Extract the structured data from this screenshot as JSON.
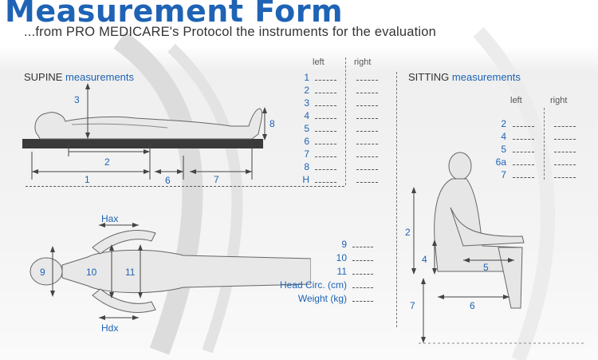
{
  "header": {
    "title": "Measurement Form",
    "subtitle": "...from PRO MEDICARE's Protocol the instruments for the evaluation"
  },
  "supine": {
    "title_plain": "SUPINE",
    "title_blue": "measurements",
    "col_left": "left",
    "col_right": "right",
    "rows": [
      "1",
      "2",
      "3",
      "4",
      "5",
      "6",
      "7",
      "8",
      "H"
    ],
    "extra_rows": [
      "9",
      "10",
      "11",
      "Head Circ. (cm)",
      "Weight  (kg)"
    ],
    "side_view_labels": {
      "d3": "3",
      "d8": "8",
      "d2": "2",
      "d1": "1",
      "d6": "6",
      "d7": "7"
    },
    "top_view_labels": {
      "hax": "Hax",
      "hdx": "Hdx",
      "d9": "9",
      "d10": "10",
      "d11": "11"
    }
  },
  "sitting": {
    "title_plain": "SITTING",
    "title_blue": "measurements",
    "col_left": "left",
    "col_right": "right",
    "rows": [
      "2",
      "4",
      "5",
      "6a",
      "7"
    ],
    "figure_labels": {
      "d2": "2",
      "d4": "4",
      "d5": "5",
      "d7": "7",
      "d6": "6"
    }
  },
  "colors": {
    "accent": "#1e63b5",
    "text": "#333333",
    "figure_fill": "#e6e6e6",
    "mattress": "#3a3a3a"
  }
}
